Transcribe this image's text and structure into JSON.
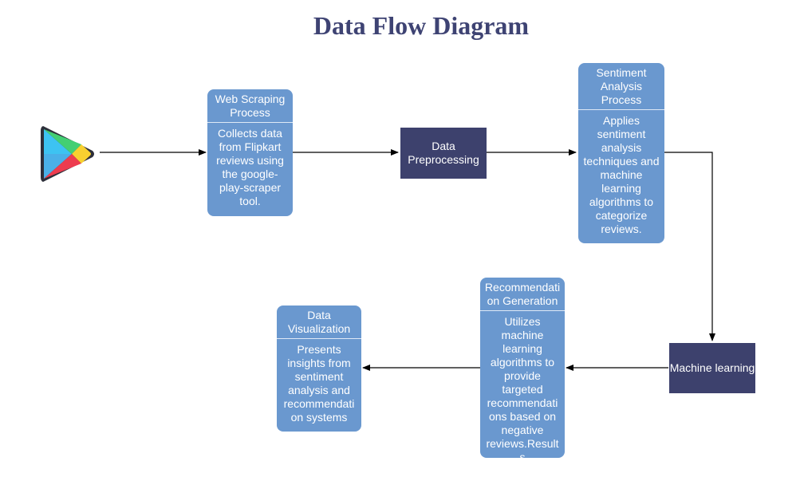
{
  "title": "Data Flow Diagram",
  "nodes": {
    "web_scraping": {
      "title": "Web Scraping Process",
      "body": "Collects data from Flipkart reviews using the google-play-scraper tool."
    },
    "data_preprocessing": {
      "label": "Data Preprocessing"
    },
    "sentiment_analysis": {
      "title": "Sentiment Analysis Process",
      "body": "Applies sentiment analysis techniques and machine learning algorithms to categorize reviews."
    },
    "machine_learning": {
      "label": "Machine learning"
    },
    "recommendation": {
      "title": "Recommendation Generation",
      "body": "Utilizes machine learning algorithms to provide targeted recommendations based on negative reviews.Results"
    },
    "data_visualization": {
      "title": "Data Visualization",
      "body": "Presents insights from sentiment analysis and recommendation systems"
    }
  },
  "icons": {
    "source": "google-play-icon"
  },
  "colors": {
    "title": "#3e4373",
    "card": "#6a98cf",
    "dark_box": "#3d416d",
    "arrow": "#000000"
  }
}
